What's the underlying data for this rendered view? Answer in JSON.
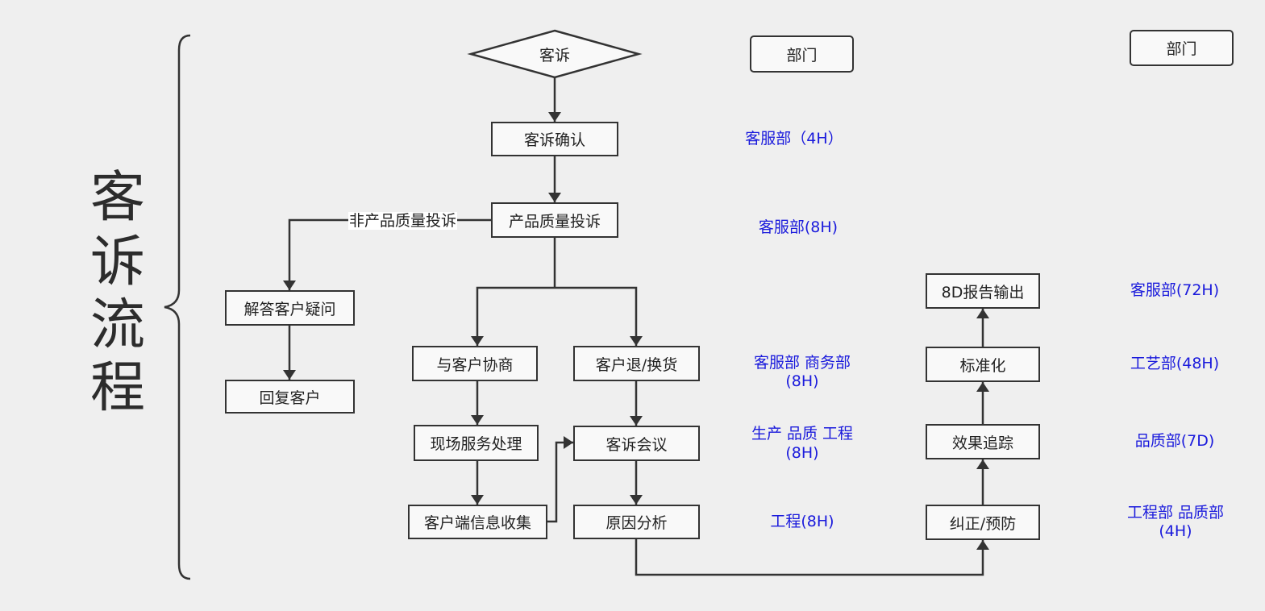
{
  "title": [
    "客",
    "诉",
    "流",
    "程"
  ],
  "flow": {
    "start": "客诉",
    "confirm": "客诉确认",
    "product_complaint": "产品质量投诉",
    "non_product_label": "非产品质量投诉",
    "answer_question": "解答客户疑问",
    "reply_customer": "回复客户",
    "negotiate": "与客户协商",
    "return_exchange": "客户退/换货",
    "onsite_service": "现场服务处理",
    "complaint_meeting": "客诉会议",
    "client_info": "客户端信息收集",
    "cause_analysis": "原因分析",
    "correct_prevent": "纠正/预防",
    "effect_tracking": "效果追踪",
    "standardize": "标准化",
    "report_8d": "8D报告输出"
  },
  "departments": {
    "header_left": "部门",
    "header_right": "部门",
    "confirm": "客服部（4H）",
    "product": "客服部(8H)",
    "return_line1": "客服部 商务部",
    "return_line2": "(8H)",
    "meeting_line1": "生产 品质 工程",
    "meeting_line2": "(8H)",
    "analysis": "工程(8H)",
    "report_8d": "客服部(72H)",
    "standardize": "工艺部(48H)",
    "tracking": "品质部(7D)",
    "correct_line1": "工程部 品质部",
    "correct_line2": "(4H)"
  },
  "colors": {
    "line": "#333333",
    "department_text": "#1a1adc",
    "background": "#efefef"
  }
}
